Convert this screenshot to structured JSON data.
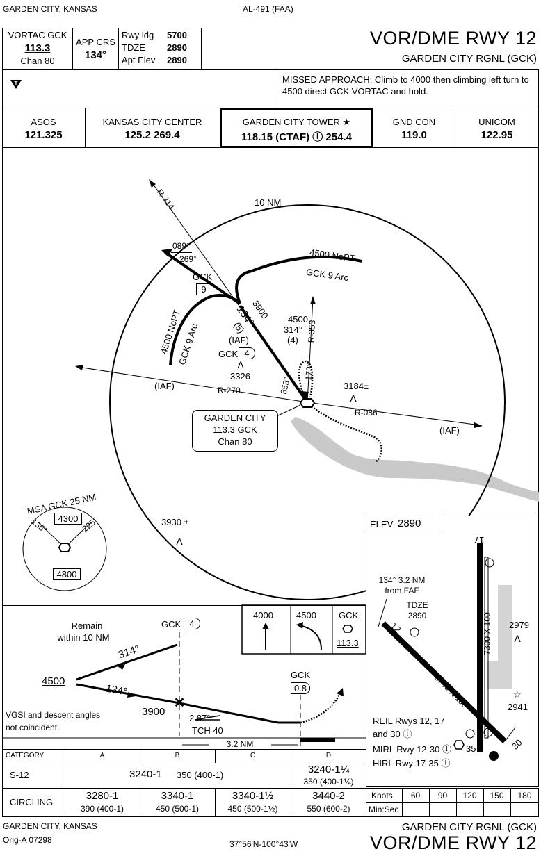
{
  "header": {
    "location": "GARDEN CITY, KANSAS",
    "procedure_number": "AL-491 (FAA)",
    "title": "VOR/DME RWY 12",
    "airport": "GARDEN CITY RGNL (GCK)"
  },
  "briefing": {
    "vortac_label": "VORTAC GCK",
    "vortac_freq": "113.3",
    "vortac_chan": "Chan 80",
    "app_crs_label": "APP CRS",
    "app_crs_value": "134°",
    "rwy_ldg_label": "Rwy ldg",
    "rwy_ldg_value": "5700",
    "tdze_label": "TDZE",
    "tdze_value": "2890",
    "apt_elev_label": "Apt Elev",
    "apt_elev_value": "2890",
    "missed_approach": "MISSED APPROACH: Climb to 4000 then climbing left turn to 4500 direct GCK VORTAC and hold.",
    "alt_symbol": "T"
  },
  "comms": [
    {
      "name": "ASOS",
      "freq": "121.325"
    },
    {
      "name": "KANSAS CITY CENTER",
      "freq": "125.2  269.4"
    },
    {
      "name": "GARDEN CITY TOWER ★",
      "freq": "118.15 (CTAF) ⓛ 254.4"
    },
    {
      "name": "GND CON",
      "freq": "119.0"
    },
    {
      "name": "UNICOM",
      "freq": "122.95"
    }
  ],
  "plan_view": {
    "ring_label": "10 NM",
    "r314": "R-314",
    "r270": "R-270",
    "r086": "R-086",
    "r353": "R-353",
    "hold_in": "089°",
    "hold_out": "269°",
    "arc_ne": "4500 NoPT",
    "arc_ne_sub": "GCK 9 Arc",
    "arc_w": "4500 NoPT",
    "arc_w_sub": "GCK 9 Arc",
    "gck9": "GCK",
    "gck9_box": "9",
    "final_alt": "3900",
    "final_crs": "134°",
    "final_dist": "(5)",
    "iaf_fix": "(IAF)",
    "iaf_gck": "GCK",
    "iaf_box": "4",
    "feeder_alt": "4500",
    "feeder_crs": "314°",
    "feeder_dist": "(4)",
    "turn_353": "353°",
    "turn_173": "173°",
    "iaf_west": "(IAF)",
    "iaf_east": "(IAF)",
    "obst_1": "3326",
    "obst_2": "3184±",
    "obst_3": "3930 ±",
    "navaid_name": "GARDEN CITY",
    "navaid_freq": "113.3 GCK",
    "navaid_chan": "Chan 80",
    "msa_title": "MSA GCK 25 NM",
    "msa_135": "135°",
    "msa_225": "225°",
    "msa_4300": "4300",
    "msa_4800": "4800"
  },
  "airport_diagram": {
    "elev_label": "ELEV",
    "elev_value": "2890",
    "faf_note_1": "134° 3.2 NM",
    "faf_note_2": "from FAF",
    "tdze_label": "TDZE",
    "tdze_value": "2890",
    "rwy_12": "12",
    "rwy_30": "30",
    "rwy_17": "17",
    "rwy_35": "35",
    "rwy_12_30_dims": "5700 X 100",
    "rwy_17_35_dims": "7300 X 100",
    "obst_2979": "2979",
    "obst_2941": "2941",
    "reil": "REIL Rwys 12, 17",
    "reil_2": "and 30 ⓛ",
    "mirl": "MIRL Rwy 12-30 ⓛ",
    "hirl": "HIRL Rwy 17-35 ⓛ"
  },
  "profile": {
    "remain_1": "Remain",
    "remain_2": "within 10 NM",
    "gck4_label": "GCK",
    "gck4_box": "4",
    "outbound_crs": "314°",
    "inbound_crs": "134°",
    "proc_turn_alt": "4500",
    "faf_alt": "3900",
    "vgsi_1": "VGSI and descent angles",
    "vgsi_2": "not coincident.",
    "gs_angle": "2.87°",
    "tch": "TCH 40",
    "dist": "3.2 NM",
    "map_gck": "GCK",
    "map_dme": "0.8",
    "missed_icons": [
      "4000",
      "4500",
      "GCK"
    ],
    "missed_freq": "113.3"
  },
  "minimums": {
    "header": [
      "CATEGORY",
      "A",
      "B",
      "C",
      "D"
    ],
    "s12_label": "S-12",
    "s12_abc": "3240-1",
    "s12_abc_haa": "350 (400-1)",
    "s12_d": "3240-1¼",
    "s12_d_haa": "350 (400-1¼)",
    "circling_label": "CIRCLING",
    "circling": [
      {
        "mda": "3280-1",
        "haa": "390 (400-1)"
      },
      {
        "mda": "3340-1",
        "haa": "450 (500-1)"
      },
      {
        "mda": "3340-1½",
        "haa": "450 (500-1½)"
      },
      {
        "mda": "3440-2",
        "haa": "550 (600-2)"
      }
    ]
  },
  "timing": {
    "knots_label": "Knots",
    "knots": [
      "60",
      "90",
      "120",
      "150",
      "180"
    ],
    "minsec_label": "Min:Sec"
  },
  "footer": {
    "location": "GARDEN CITY, KANSAS",
    "amendment": "Orig-A  07298",
    "coords": "37°56'N-100°43'W",
    "airport": "GARDEN CITY RGNL (GCK)",
    "title": "VOR/DME RWY 12"
  }
}
